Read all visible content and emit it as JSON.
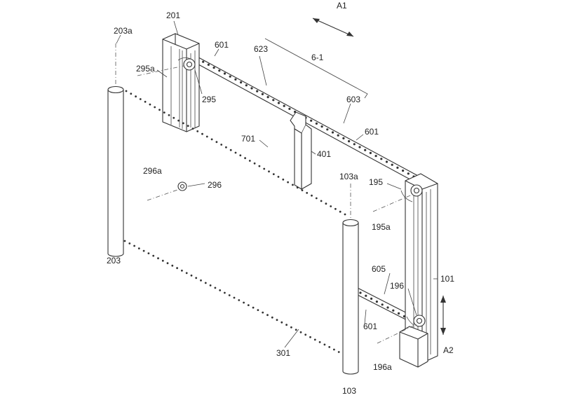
{
  "labels": {
    "A1": "A1",
    "n201": "201",
    "n203a": "203a",
    "n601_top": "601",
    "n623": "623",
    "n6_1": "6-1",
    "n295a": "295a",
    "n295": "295",
    "n603": "603",
    "n601_mid": "601",
    "n701": "701",
    "n401": "401",
    "n296a": "296a",
    "n296": "296",
    "n103a": "103a",
    "n195": "195",
    "n195a": "195a",
    "n203": "203",
    "n605": "605",
    "n101": "101",
    "n196": "196",
    "n601_low": "601",
    "A2": "A2",
    "n301": "301",
    "n196a": "196a",
    "n103": "103"
  }
}
